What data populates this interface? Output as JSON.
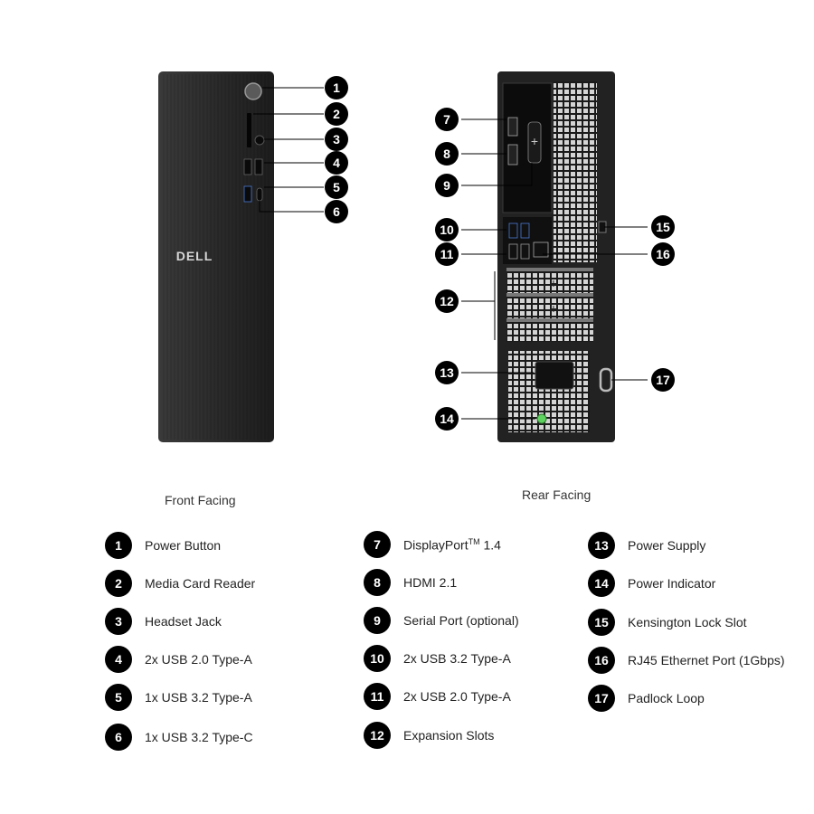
{
  "front": {
    "caption": "Front Facing",
    "logo_text": "DELL"
  },
  "rear": {
    "caption": "Rear Facing"
  },
  "legend": [
    {
      "number": "1",
      "label": "Power Button"
    },
    {
      "number": "2",
      "label": "Media Card Reader"
    },
    {
      "number": "3",
      "label": "Headset Jack"
    },
    {
      "number": "4",
      "label": "2x USB 2.0 Type-A"
    },
    {
      "number": "5",
      "label": "1x USB 3.2 Type-A"
    },
    {
      "number": "6",
      "label": "1x USB 3.2 Type-C"
    },
    {
      "number": "7",
      "label": "DisplayPort",
      "sup": "TM",
      "label_suffix": " 1.4"
    },
    {
      "number": "8",
      "label": "HDMI 2.1"
    },
    {
      "number": "9",
      "label": "Serial Port (optional)"
    },
    {
      "number": "10",
      "label": "2x USB 3.2 Type-A"
    },
    {
      "number": "11",
      "label": "2x USB 2.0 Type-A"
    },
    {
      "number": "12",
      "label": "Expansion Slots"
    },
    {
      "number": "13",
      "label": "Power Supply"
    },
    {
      "number": "14",
      "label": "Power Indicator"
    },
    {
      "number": "15",
      "label": "Kensington Lock Slot"
    },
    {
      "number": "16",
      "label": "RJ45 Ethernet Port (1Gbps)"
    },
    {
      "number": "17",
      "label": "Padlock Loop"
    }
  ],
  "colors": {
    "badge": "#000000",
    "chassis": "#1e1e1e",
    "panel": "#3a3a3a",
    "grille": "#d0d0d0",
    "power_led": "#5fd35f"
  }
}
